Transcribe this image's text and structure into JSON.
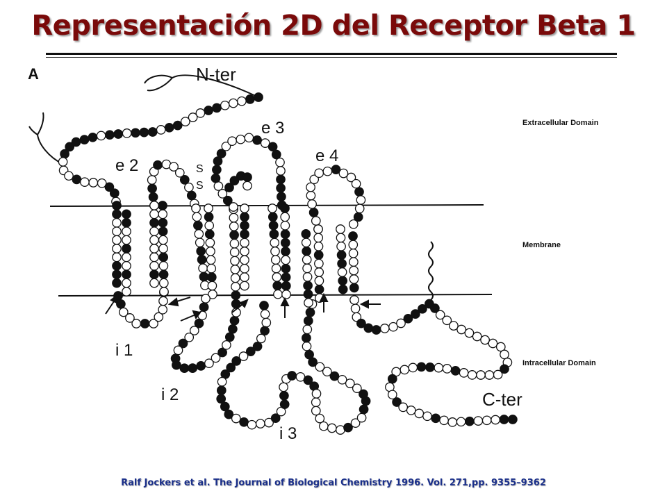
{
  "slide": {
    "title": "Representación 2D del Receptor Beta 1"
  },
  "figure": {
    "panel_label": "A",
    "labels": {
      "n_ter": "N-ter",
      "c_ter": "C-ter",
      "e2": "e 2",
      "e3": "e 3",
      "e4": "e 4",
      "i1": "i 1",
      "i2": "i 2",
      "i3": "i 3",
      "ss1": "S",
      "ss2": "S"
    },
    "domains": {
      "extracellular": "Extracellular Domain",
      "membrane": "Membrane",
      "intracellular": "Intracellular Domain"
    }
  },
  "citation": {
    "author": "Ralf Jockers et al.",
    "source": "The Journal of Biological Chemistry 1996. Vol. 271,pp. 9355–9362"
  }
}
